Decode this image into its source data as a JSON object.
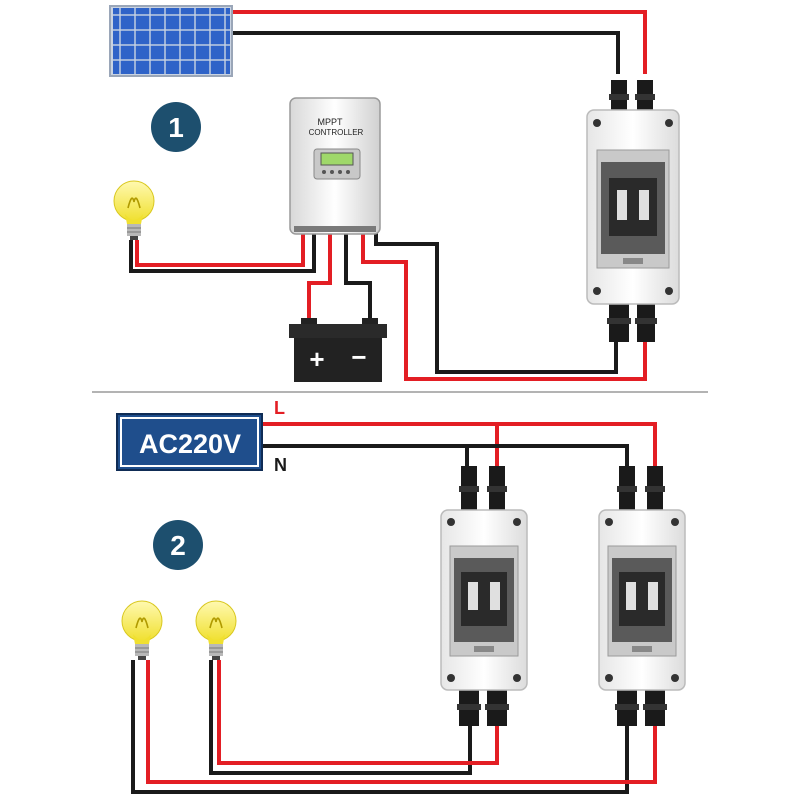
{
  "section1": {
    "step_number": "1",
    "controller": {
      "line1": "MPPT",
      "line2": "CONTROLLER"
    },
    "battery": {
      "plus": "+",
      "minus": "−"
    }
  },
  "section2": {
    "step_number": "2",
    "source_label": "AC220V",
    "live_label": "L",
    "neutral_label": "N"
  },
  "colors": {
    "wire_red": "#e31e24",
    "wire_black": "#1a1a1a",
    "badge": "#1d4f6e",
    "ac_box": "#1f4e8c",
    "bulb": "#f4ea4a",
    "panel": "#2c5fbf"
  }
}
